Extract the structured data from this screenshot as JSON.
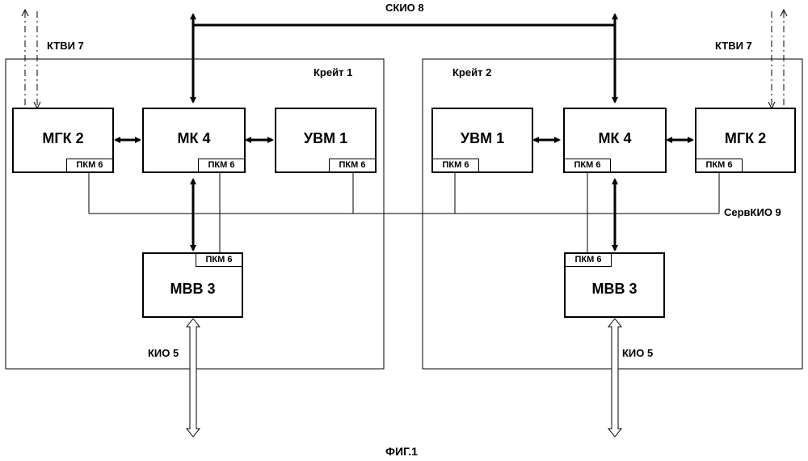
{
  "bus_top": "СКИО 8",
  "bus_service": "СервКИО 9",
  "ktvi": "КТВИ 7",
  "kio": "КИО 5",
  "pkm": "ПКМ 6",
  "figure_caption": "ФИГ.1",
  "crate1": {
    "title": "Крейт 1",
    "mgk": "МГК 2",
    "mk": "МК 4",
    "uvm": "УВМ 1",
    "mvv": "МВВ 3"
  },
  "crate2": {
    "title": "Крейт 2",
    "uvm": "УВМ 1",
    "mk": "МК 4",
    "mgk": "МГК 2",
    "mvv": "МВВ 3"
  }
}
